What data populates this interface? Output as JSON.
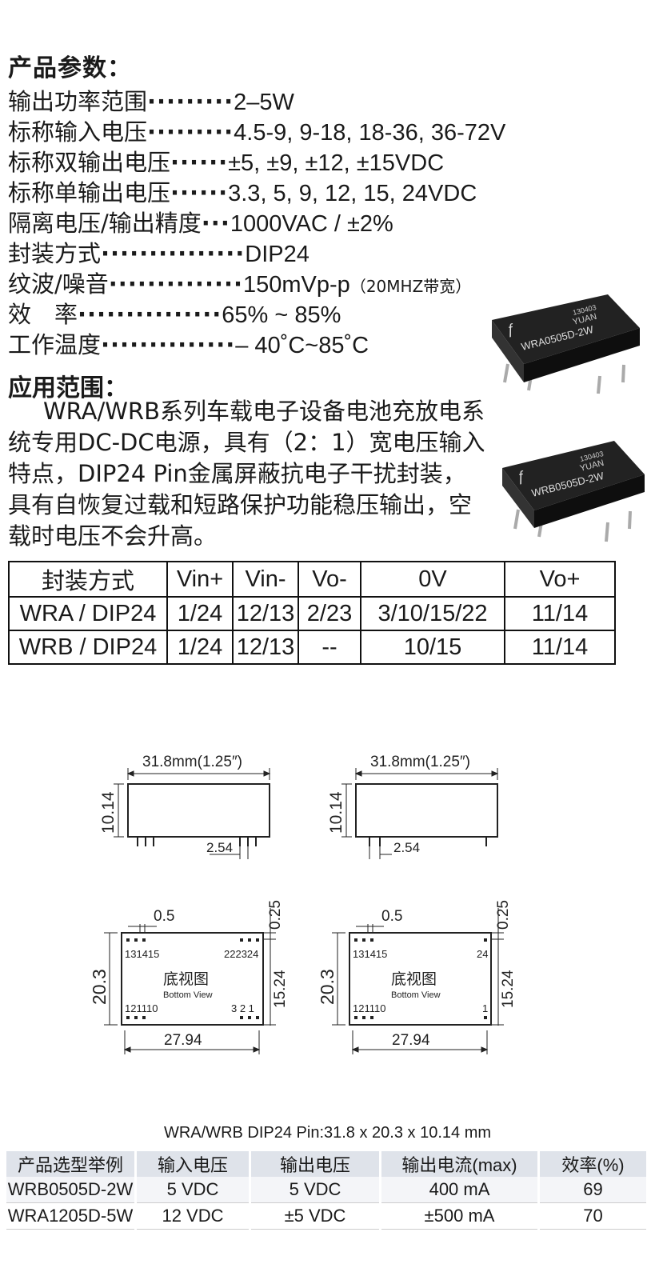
{
  "title": "产品参数：",
  "specs": [
    {
      "label": "输出功率范围",
      "dots": "·········",
      "value": "2–5W"
    },
    {
      "label": "标称输入电压",
      "dots": "·········",
      "value": "4.5-9, 9-18, 18-36, 36-72V"
    },
    {
      "label": "标称双输出电压",
      "dots": "······",
      "value": "±5, ±9, ±12, ±15VDC"
    },
    {
      "label": "标称单输出电压",
      "dots": "······",
      "value": "3.3, 5, 9, 12, 15, 24VDC"
    },
    {
      "label": "隔离电压/输出精度",
      "dots": "···",
      "value": "1000VAC / ±2%"
    },
    {
      "label": "封装方式",
      "dots": "···············",
      "value": "DIP24"
    },
    {
      "label": "纹波/噪音",
      "dots": "··············",
      "value": "150mVp-p",
      "note": "（20MHZ带宽）"
    },
    {
      "label": "效　率",
      "dots": "···············",
      "value": "65% ~ 85%"
    },
    {
      "label": "工作温度",
      "dots": "··············",
      "value": "– 40˚C~85˚C"
    }
  ],
  "app_title": "应用范围：",
  "app_text": "WRA/WRB系列车载电子设备电池充放电系统专用DC-DC电源，具有（2：1）宽电压输入特点，DIP24 Pin金属屏蔽抗电子干扰封装，具有自恢复过载和短路保护功能稳压输出，空载时电压不会升高。",
  "chips": [
    {
      "date": "130403",
      "brand": "YUAN",
      "model": "WRA0505D-2W"
    },
    {
      "date": "130403",
      "brand": "YUAN",
      "model": "WRB0505D-2W"
    }
  ],
  "pin_table": {
    "headers": [
      "封装方式",
      "Vin+",
      "Vin-",
      "Vo-",
      "0V",
      "Vo+"
    ],
    "rows": [
      [
        "WRA / DIP24",
        "1/24",
        "12/13",
        "2/23",
        "3/10/15/22",
        "11/14"
      ],
      [
        "WRB / DIP24",
        "1/24",
        "12/13",
        "--",
        "10/15",
        "11/14"
      ]
    ]
  },
  "drawings": {
    "length": "31.8mm(1.25″)",
    "height": "10.14",
    "pitch": "2.54",
    "pin_width": "0.5",
    "offset": "0.25",
    "width": "20.3",
    "row_span": "15.24",
    "pin_span": "27.94",
    "bottom_view_cn": "底视图",
    "bottom_view_en": "Bottom View",
    "wra_top_left": "131415",
    "wra_top_right": "222324",
    "wra_bottom_left": "121110",
    "wra_bottom_right": "3 2 1",
    "wrb_top_left": "131415",
    "wrb_top_right": "24",
    "wrb_bottom_left": "121110",
    "wrb_bottom_right": "1"
  },
  "dims_caption": "WRA/WRB  DIP24  Pin:31.8 x 20.3 x 10.14 mm",
  "models": {
    "headers": [
      "产品选型举例",
      "输入电压",
      "输出电压",
      "输出电流(max)",
      "效率(%)"
    ],
    "rows": [
      [
        "WRB0505D-2W",
        "5 VDC",
        "5 VDC",
        "400 mA",
        "69"
      ],
      [
        "WRA1205D-5W",
        "12 VDC",
        "±5 VDC",
        "±500 mA",
        "70"
      ]
    ]
  }
}
